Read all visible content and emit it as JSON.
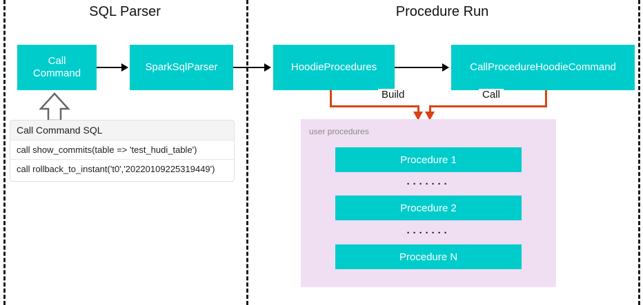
{
  "diagram": {
    "sections": [
      {
        "title": "SQL Parser"
      },
      {
        "title": "Procedure Run"
      }
    ],
    "nodes": {
      "call_command": "Call\nCommand",
      "call_command_line1": "Call",
      "call_command_line2": "Command",
      "spark_sql_parser": "SparkSqlParser",
      "hoodie_procedures": "HoodieProcedures",
      "call_procedure_hoodie_command": "CallProcedureHoodieCommand"
    },
    "edge_labels": {
      "build": "Build",
      "call": "Call"
    },
    "sql_table": {
      "header": "Call Command SQL",
      "rows": [
        "call show_commits(table => 'test_hudi_table')",
        "call rollback_to_instant('t0','20220109225319449')"
      ]
    },
    "user_procedures": {
      "label": "user procedures",
      "items": [
        {
          "type": "box",
          "label": "Procedure 1"
        },
        {
          "type": "dots",
          "label": "· · · · · · ·"
        },
        {
          "type": "box",
          "label": "Procedure 2"
        },
        {
          "type": "dots",
          "label": "· · · · · · ·"
        },
        {
          "type": "box",
          "label": "Procedure N"
        }
      ],
      "procedure_1": "Procedure 1",
      "procedure_2": "Procedure 2",
      "procedure_n": "Procedure N",
      "dots_1": "·······",
      "dots_2": "·······"
    },
    "colors": {
      "node_fill": "#00CCCC",
      "panel_fill": "#F0DEF2",
      "connector_orange": "#D84315",
      "arrow_black": "#000000",
      "divider": "#1a1a1a"
    }
  }
}
